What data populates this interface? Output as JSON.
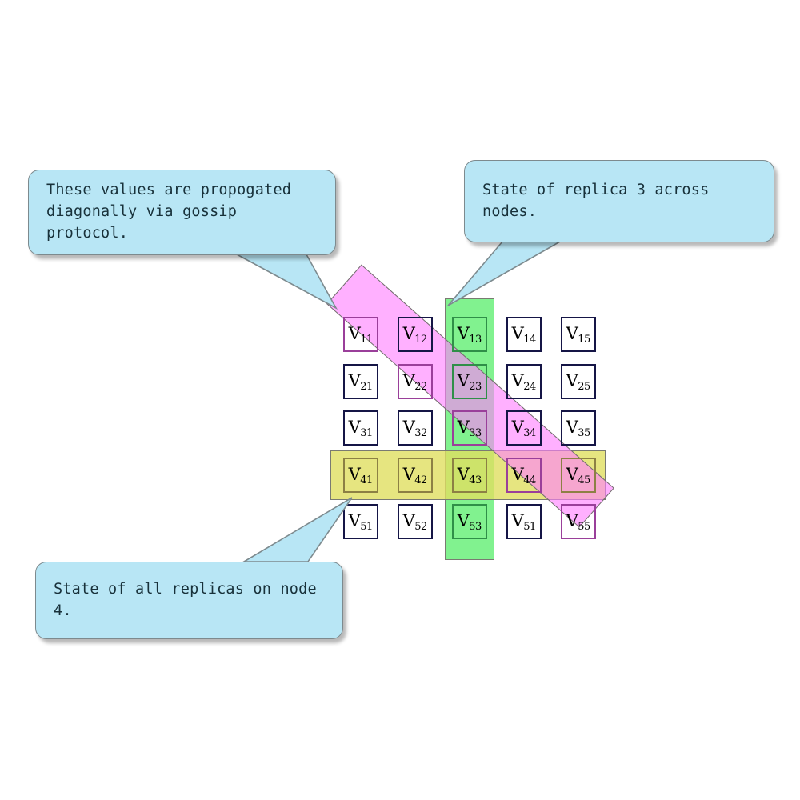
{
  "diagram": {
    "title": "Replica state grid with gossip propagation",
    "colors": {
      "callout_fill": "#b8e6f5",
      "callout_border": "#7d8a8e",
      "cell_border": "#151546",
      "green_band": "#70f080",
      "yellow_band": "#e0de60",
      "magenta_band": "#ff80ff",
      "band_border": "#7a7a72"
    }
  },
  "callouts": [
    {
      "id": "gossip",
      "text": "These values are propogated\ndiagonally via gossip protocol.",
      "points_to": "magenta-diagonal-band"
    },
    {
      "id": "replica3",
      "text": "State of replica 3 across nodes.",
      "points_to": "green-column-band"
    },
    {
      "id": "node4",
      "text": "State of all replicas on node 4.",
      "points_to": "yellow-row-band"
    }
  ],
  "grid": {
    "rows": 5,
    "cols": 5,
    "cells": [
      [
        {
          "v": "V",
          "sub": "11",
          "bands": [
            "magenta"
          ]
        },
        {
          "v": "V",
          "sub": "12",
          "bands": []
        },
        {
          "v": "V",
          "sub": "13",
          "bands": [
            "green"
          ]
        },
        {
          "v": "V",
          "sub": "14",
          "bands": []
        },
        {
          "v": "V",
          "sub": "15",
          "bands": []
        }
      ],
      [
        {
          "v": "V",
          "sub": "21",
          "bands": []
        },
        {
          "v": "V",
          "sub": "22",
          "bands": [
            "magenta"
          ]
        },
        {
          "v": "V",
          "sub": "23",
          "bands": [
            "green"
          ]
        },
        {
          "v": "V",
          "sub": "24",
          "bands": []
        },
        {
          "v": "V",
          "sub": "25",
          "bands": []
        }
      ],
      [
        {
          "v": "V",
          "sub": "31",
          "bands": []
        },
        {
          "v": "V",
          "sub": "32",
          "bands": []
        },
        {
          "v": "V",
          "sub": "33",
          "bands": [
            "green",
            "magenta"
          ]
        },
        {
          "v": "V",
          "sub": "34",
          "bands": []
        },
        {
          "v": "V",
          "sub": "35",
          "bands": []
        }
      ],
      [
        {
          "v": "V",
          "sub": "41",
          "bands": [
            "yellow"
          ]
        },
        {
          "v": "V",
          "sub": "42",
          "bands": [
            "yellow"
          ]
        },
        {
          "v": "V",
          "sub": "43",
          "bands": [
            "yellow",
            "green"
          ]
        },
        {
          "v": "V",
          "sub": "44",
          "bands": [
            "yellow",
            "magenta"
          ]
        },
        {
          "v": "V",
          "sub": "45",
          "bands": [
            "yellow"
          ]
        }
      ],
      [
        {
          "v": "V",
          "sub": "51",
          "bands": []
        },
        {
          "v": "V",
          "sub": "52",
          "bands": []
        },
        {
          "v": "V",
          "sub": "53",
          "bands": [
            "green"
          ]
        },
        {
          "v": "V",
          "sub": "51",
          "bands": []
        },
        {
          "v": "V",
          "sub": "55",
          "bands": [
            "magenta"
          ]
        }
      ]
    ]
  },
  "bands": {
    "green": {
      "name": "replica-3-column",
      "label": "State of replica 3 across nodes."
    },
    "yellow": {
      "name": "node-4-row",
      "label": "State of all replicas on node 4."
    },
    "magenta": {
      "name": "gossip-diagonal",
      "label": "These values are propogated diagonally via gossip protocol."
    }
  }
}
